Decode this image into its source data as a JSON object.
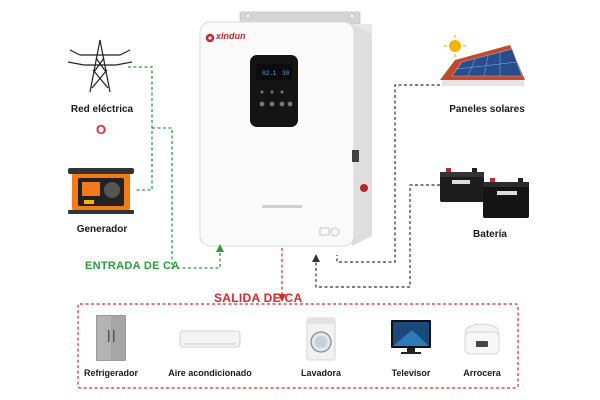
{
  "labels": {
    "grid": "Red eléctrica",
    "or": "O",
    "generator": "Generador",
    "ac_input": "ENTRADA DE CA",
    "ac_output": "SALIDA DE CA",
    "solar": "Paneles solares",
    "battery": "Batería"
  },
  "inverter": {
    "brand": "xindun",
    "display_left": "02.1",
    "display_right": "30"
  },
  "appliances": [
    {
      "label": "Refrigerador",
      "icon": "refrigerator-icon"
    },
    {
      "label": "Aire acondicionado",
      "icon": "air-conditioner-icon"
    },
    {
      "label": "Lavadora",
      "icon": "washing-machine-icon"
    },
    {
      "label": "Televisor",
      "icon": "television-icon"
    },
    {
      "label": "Arrocera",
      "icon": "rice-cooker-icon"
    }
  ],
  "colors": {
    "ac_input_line": "#2a9d3a",
    "ac_output_line": "#e0262c",
    "dc_line": "#333333",
    "brand_red": "#c0282e"
  }
}
